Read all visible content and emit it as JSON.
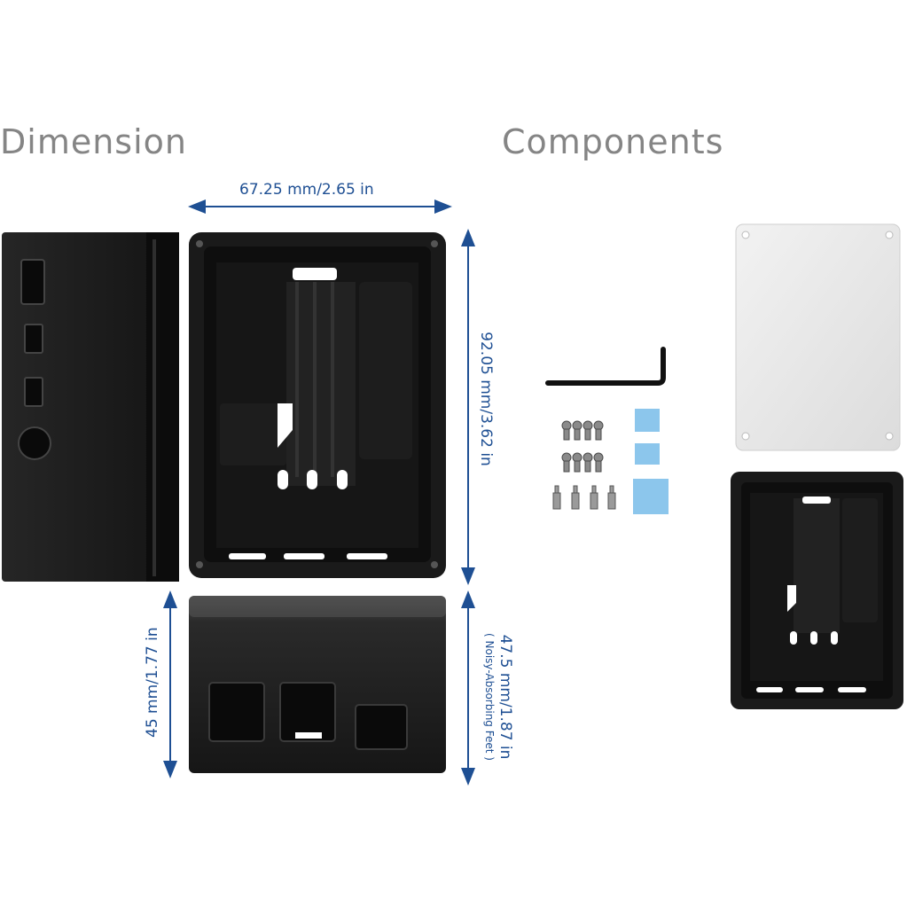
{
  "headings": {
    "dimension": "Dimension",
    "components": "Components"
  },
  "dimensions": {
    "width": "67.25 mm/2.65 in",
    "length": "92.05 mm/3.62 in",
    "height": "45 mm/1.77 in",
    "height_with_feet": "47.5 mm/1.87 in",
    "feet_note": "( Noisy-Absorbing Feet )"
  },
  "colors": {
    "dimension_text": "#1e4f93",
    "heading_text": "#858585",
    "case_body": "#1c1c1c",
    "thermal_pad": "#8cc6ec",
    "lid": "#e9e9e9"
  },
  "components": {
    "items": [
      "hex-key",
      "screws",
      "standoffs",
      "thermal-pads",
      "lid",
      "case-base"
    ]
  }
}
